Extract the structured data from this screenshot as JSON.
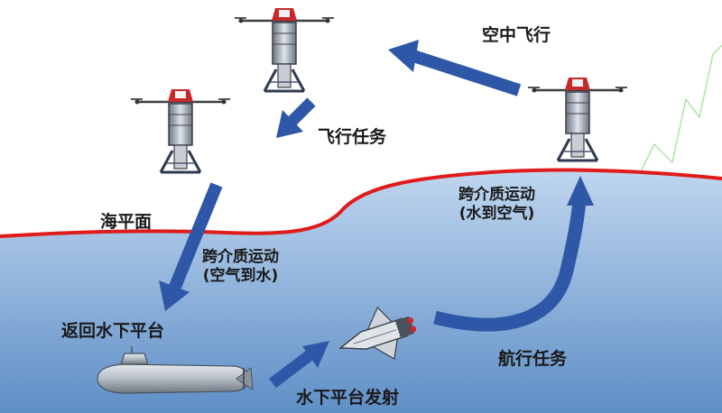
{
  "labels": {
    "air_flight": "空中飞行",
    "flight_mission": "飞行任务",
    "sea_level": "海平面",
    "cross_medium_up_line1": "跨介质运动",
    "cross_medium_up_line2": "(水到空气)",
    "cross_medium_down_line1": "跨介质运动",
    "cross_medium_down_line2": "(空气到水)",
    "return_platform": "返回水下平台",
    "underwater_launch": "水下平台发射",
    "navigation_mission": "航行任务"
  },
  "colors": {
    "sky": "#ffffff",
    "water_top": "#bfd6ee",
    "water_bottom": "#5f8fc7",
    "sea_line": "#e01b1b",
    "arrow": "#2f57a8",
    "hull": "#9aa3ad",
    "accent": "#c8282a",
    "signal_green": "#7ad06a"
  },
  "icons": [
    "drone-icon",
    "submarine-icon",
    "shuttle-icon",
    "arrow-icon"
  ]
}
